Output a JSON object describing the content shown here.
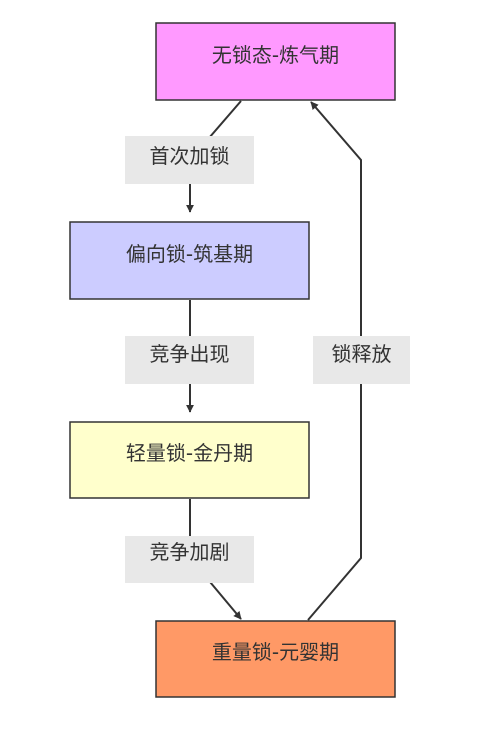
{
  "nodes": {
    "lock_free": {
      "label": "无锁态-炼气期",
      "color": "#ff99ff"
    },
    "biased": {
      "label": "偏向锁-筑基期",
      "color": "#ccccff"
    },
    "lightweight": {
      "label": "轻量锁-金丹期",
      "color": "#ffffcc"
    },
    "heavyweight": {
      "label": "重量锁-元婴期",
      "color": "#ff9966"
    }
  },
  "edges": {
    "e1": {
      "from": "lock_free",
      "to": "biased",
      "label": "首次加锁"
    },
    "e2": {
      "from": "biased",
      "to": "lightweight",
      "label": "竞争出现"
    },
    "e3": {
      "from": "lightweight",
      "to": "heavyweight",
      "label": "竞争加剧"
    },
    "e4": {
      "from": "heavyweight",
      "to": "lock_free",
      "label": "锁释放"
    }
  }
}
